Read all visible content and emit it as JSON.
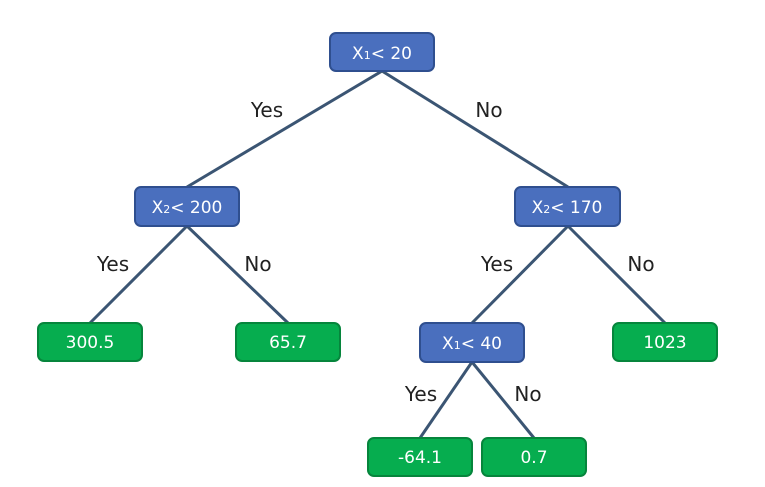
{
  "colors": {
    "decision_fill": "#4a6fbe",
    "decision_border": "#2f4f8f",
    "leaf_fill": "#06ad4f",
    "leaf_border": "#06853c",
    "edge": "#3b5573",
    "background": "#ffffff"
  },
  "nodes": {
    "root": {
      "type": "decision",
      "var": "X",
      "sub": "1",
      "op": "< 20"
    },
    "left_split": {
      "type": "decision",
      "var": "X",
      "sub": "2",
      "op": "< 200"
    },
    "right_split": {
      "type": "decision",
      "var": "X",
      "sub": "2",
      "op": "< 170"
    },
    "inner_split": {
      "type": "decision",
      "var": "X",
      "sub": "1",
      "op": "< 40"
    },
    "leaf_a": {
      "type": "leaf",
      "value": "300.5"
    },
    "leaf_b": {
      "type": "leaf",
      "value": "65.7"
    },
    "leaf_c": {
      "type": "leaf",
      "value": "1023"
    },
    "leaf_d": {
      "type": "leaf",
      "value": "-64.1"
    },
    "leaf_e": {
      "type": "leaf",
      "value": "0.7"
    }
  },
  "edges": [
    {
      "from": "root",
      "to": "left_split",
      "label": "Yes"
    },
    {
      "from": "root",
      "to": "right_split",
      "label": "No"
    },
    {
      "from": "left_split",
      "to": "leaf_a",
      "label": "Yes"
    },
    {
      "from": "left_split",
      "to": "leaf_b",
      "label": "No"
    },
    {
      "from": "right_split",
      "to": "inner_split",
      "label": "Yes"
    },
    {
      "from": "right_split",
      "to": "leaf_c",
      "label": "No"
    },
    {
      "from": "inner_split",
      "to": "leaf_d",
      "label": "Yes"
    },
    {
      "from": "inner_split",
      "to": "leaf_e",
      "label": "No"
    }
  ]
}
